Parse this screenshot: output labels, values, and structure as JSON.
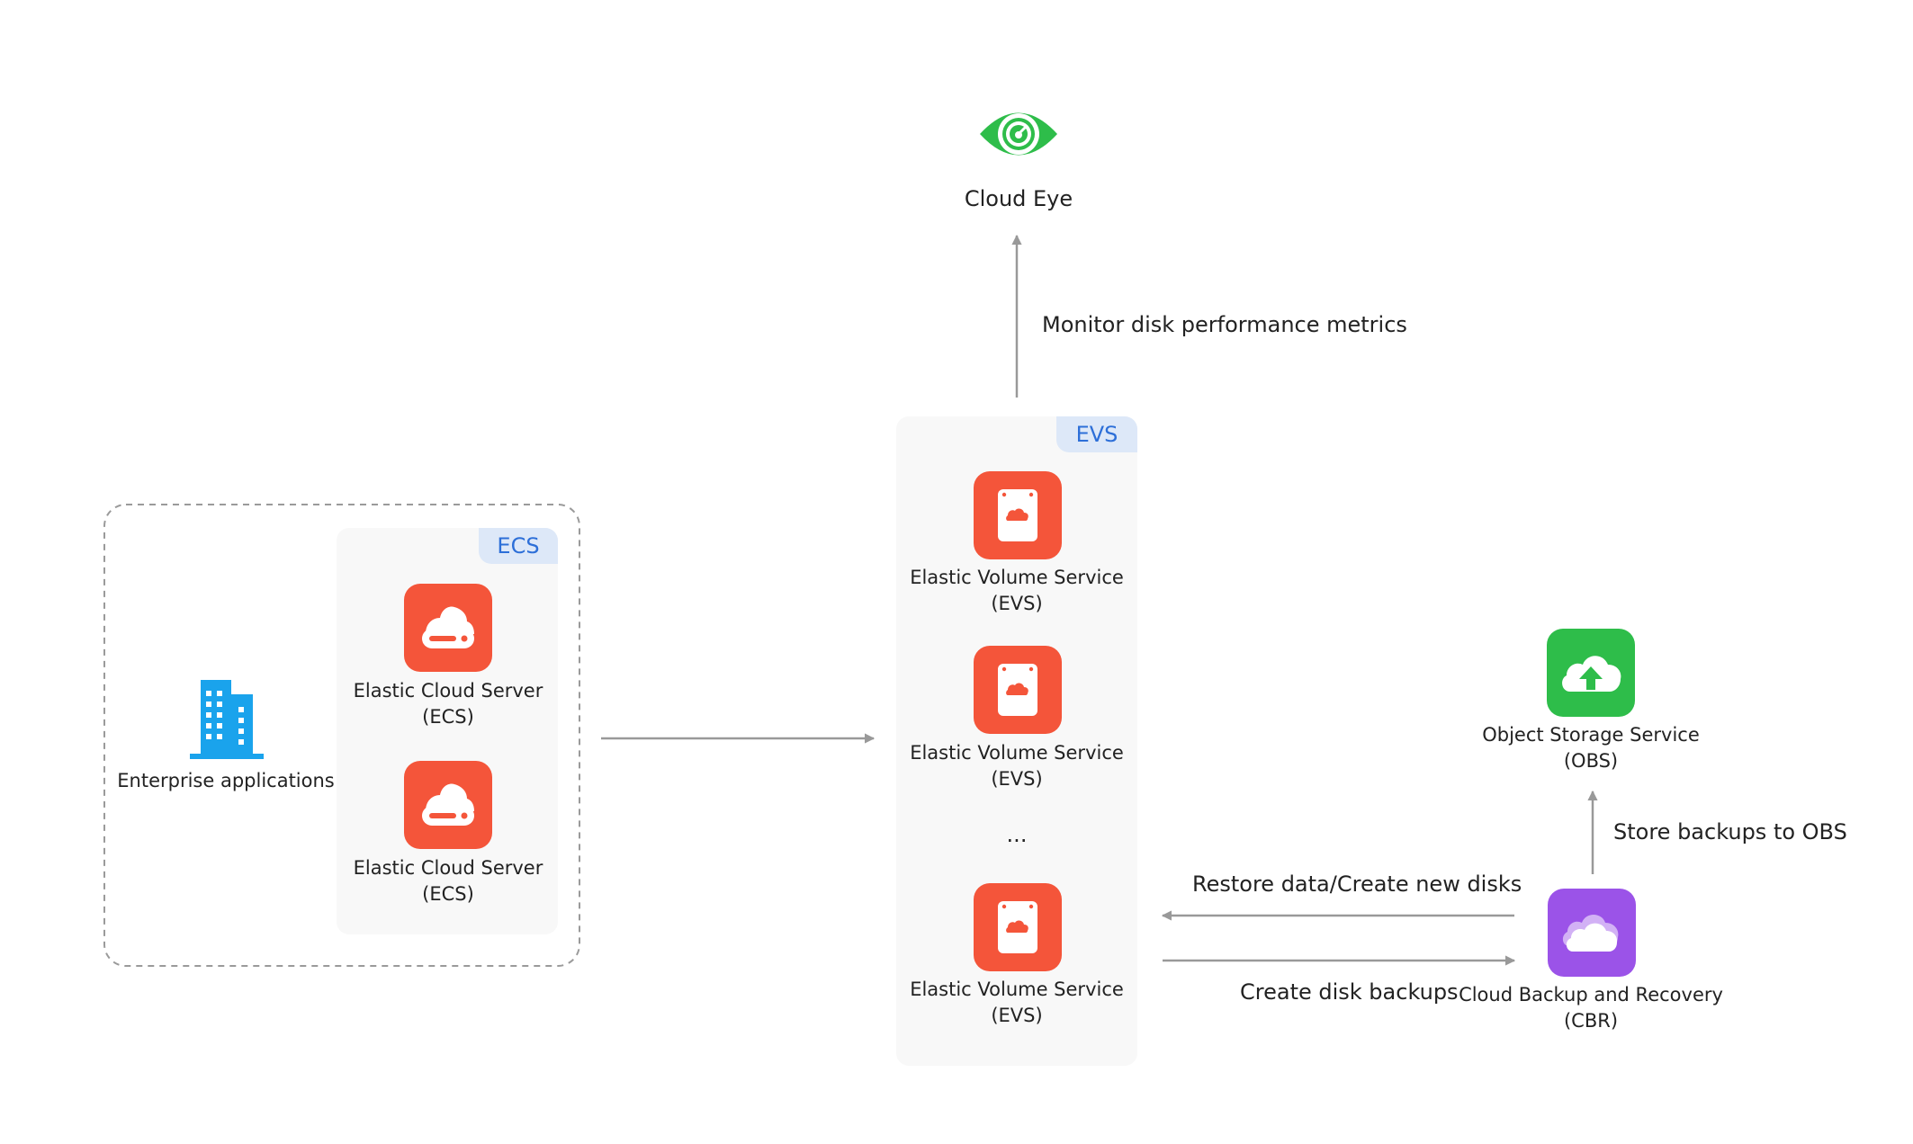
{
  "cloud_eye": {
    "label": "Cloud Eye",
    "icon": "eye-monitor-icon",
    "color": "#2ebd4a"
  },
  "monitor_edge": {
    "label": "Monitor disk performance metrics"
  },
  "ecs_group": {
    "tag": "ECS",
    "servers": [
      {
        "line1": "Elastic Cloud Server",
        "line2": "(ECS)"
      },
      {
        "line1": "Elastic Cloud Server",
        "line2": "(ECS)"
      }
    ],
    "icon": "cloud-server-icon",
    "color": "#f4553a"
  },
  "enterprise": {
    "label": "Enterprise applications",
    "icon": "building-icon",
    "color": "#1aa3ec"
  },
  "evs_group": {
    "tag": "EVS",
    "volumes": [
      {
        "line1": "Elastic Volume Service",
        "line2": "(EVS)"
      },
      {
        "line1": "Elastic Volume Service",
        "line2": "(EVS)"
      },
      {
        "line1": "Elastic Volume Service",
        "line2": "(EVS)"
      }
    ],
    "ellipsis": "...",
    "icon": "disk-volume-icon",
    "color": "#f4553a"
  },
  "obs": {
    "line1": "Object Storage Service",
    "line2": "(OBS)",
    "icon": "cloud-upload-icon",
    "color": "#2ebd4a"
  },
  "cbr": {
    "line1": "Cloud Backup and Recovery",
    "line2": "(CBR)",
    "icon": "cloud-backup-icon",
    "color": "#9b53e8"
  },
  "edges": {
    "restore": "Restore data/Create new disks",
    "create": "Create disk backups",
    "store": "Store backups to OBS"
  }
}
